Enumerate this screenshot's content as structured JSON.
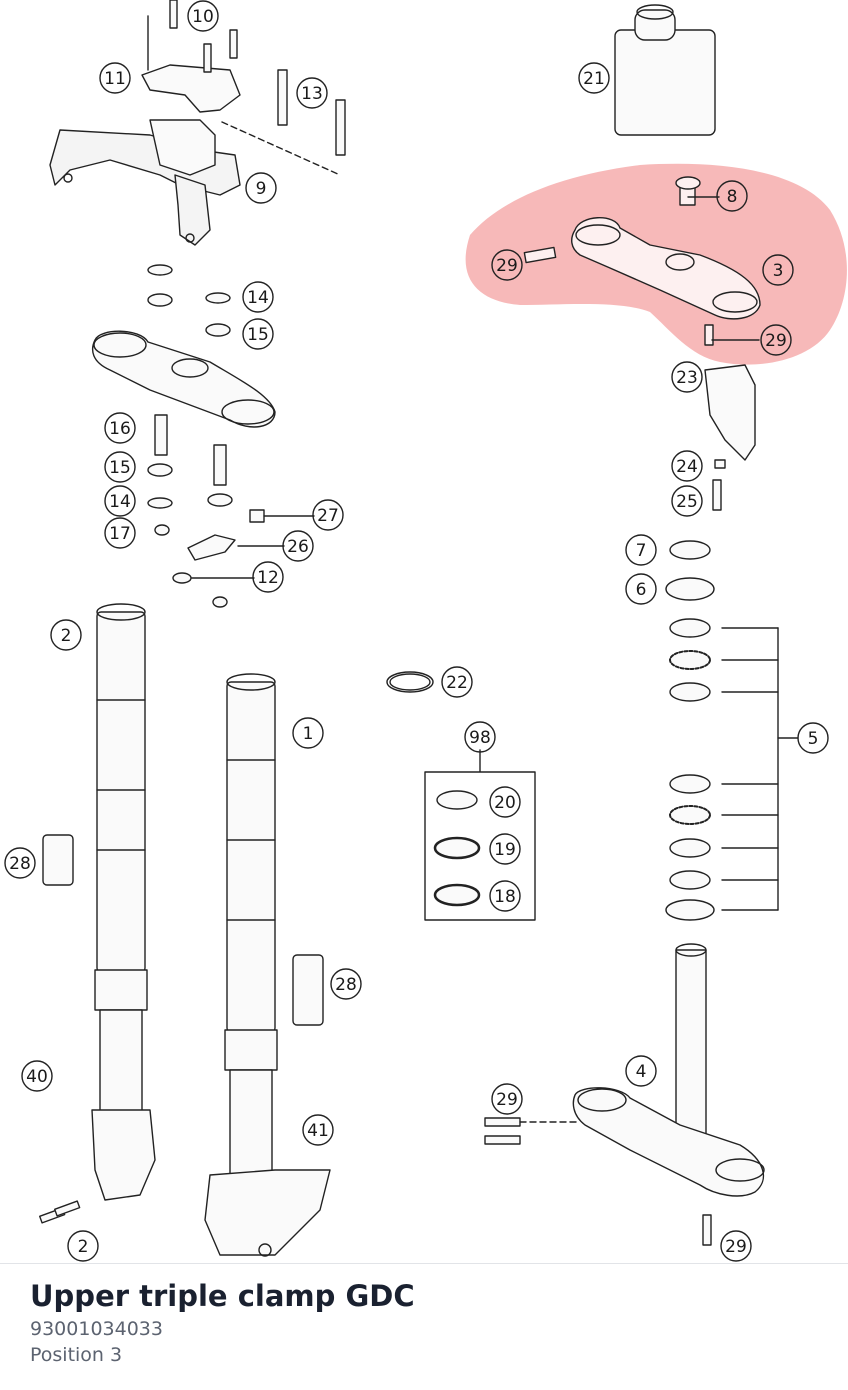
{
  "part": {
    "title": "Upper triple clamp GDC",
    "number": "93001034033",
    "position": "Position 3"
  },
  "colors": {
    "highlight": "#f08080",
    "line": "#222222",
    "text": "#1a2130",
    "muted": "#5c6370"
  },
  "callouts": [
    {
      "id": "c-10",
      "label": "10"
    },
    {
      "id": "c-11",
      "label": "11"
    },
    {
      "id": "c-13",
      "label": "13"
    },
    {
      "id": "c-9",
      "label": "9"
    },
    {
      "id": "c-14a",
      "label": "14"
    },
    {
      "id": "c-15a",
      "label": "15"
    },
    {
      "id": "c-16",
      "label": "16"
    },
    {
      "id": "c-15b",
      "label": "15"
    },
    {
      "id": "c-14b",
      "label": "14"
    },
    {
      "id": "c-17",
      "label": "17"
    },
    {
      "id": "c-27",
      "label": "27"
    },
    {
      "id": "c-26",
      "label": "26"
    },
    {
      "id": "c-12",
      "label": "12"
    },
    {
      "id": "c-21",
      "label": "21"
    },
    {
      "id": "c-8",
      "label": "8"
    },
    {
      "id": "c-29a",
      "label": "29"
    },
    {
      "id": "c-3",
      "label": "3"
    },
    {
      "id": "c-29b",
      "label": "29"
    },
    {
      "id": "c-23",
      "label": "23"
    },
    {
      "id": "c-24",
      "label": "24"
    },
    {
      "id": "c-25",
      "label": "25"
    },
    {
      "id": "c-7",
      "label": "7"
    },
    {
      "id": "c-6",
      "label": "6"
    },
    {
      "id": "c-2a",
      "label": "2"
    },
    {
      "id": "c-1",
      "label": "1"
    },
    {
      "id": "c-22",
      "label": "22"
    },
    {
      "id": "c-98",
      "label": "98"
    },
    {
      "id": "c-20",
      "label": "20"
    },
    {
      "id": "c-19",
      "label": "19"
    },
    {
      "id": "c-18",
      "label": "18"
    },
    {
      "id": "c-5",
      "label": "5"
    },
    {
      "id": "c-28a",
      "label": "28"
    },
    {
      "id": "c-28b",
      "label": "28"
    },
    {
      "id": "c-40",
      "label": "40"
    },
    {
      "id": "c-41",
      "label": "41"
    },
    {
      "id": "c-4",
      "label": "4"
    },
    {
      "id": "c-29c",
      "label": "29"
    },
    {
      "id": "c-2b",
      "label": "2"
    },
    {
      "id": "c-29d",
      "label": "29"
    }
  ]
}
